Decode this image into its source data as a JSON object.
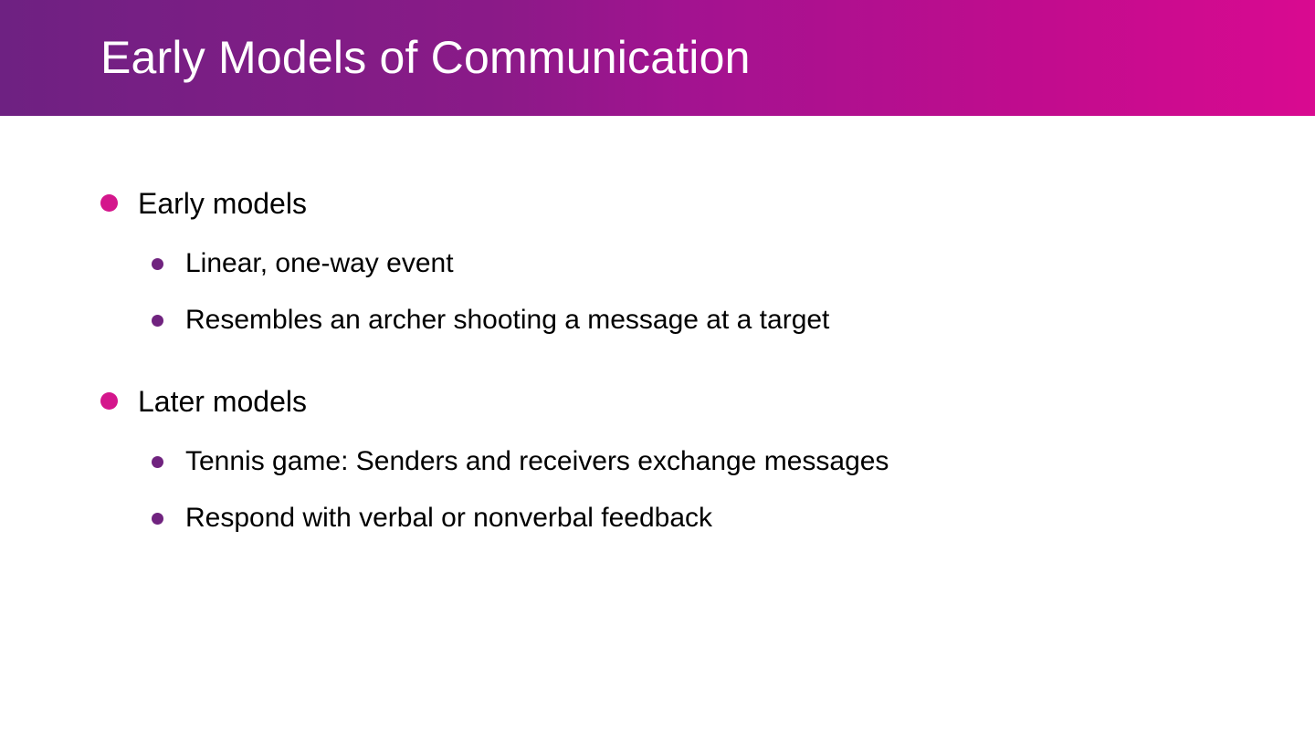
{
  "slide": {
    "title": "Early Models of Communication",
    "header": {
      "gradient_start": "#6E2182",
      "gradient_mid": "#A21390",
      "gradient_end": "#D90A90",
      "title_color": "#FFFFFF"
    },
    "background_color": "#FFFFFF",
    "bullet_level1_color": "#D4168C",
    "bullet_level2_color": "#70237F",
    "text_color": "#000000",
    "groups": [
      {
        "label": "Early models",
        "items": [
          "Linear, one-way event",
          "Resembles an archer shooting a message at a target"
        ]
      },
      {
        "label": "Later models",
        "items": [
          "Tennis game: Senders and receivers exchange messages",
          "Respond with verbal or nonverbal feedback"
        ]
      }
    ]
  }
}
